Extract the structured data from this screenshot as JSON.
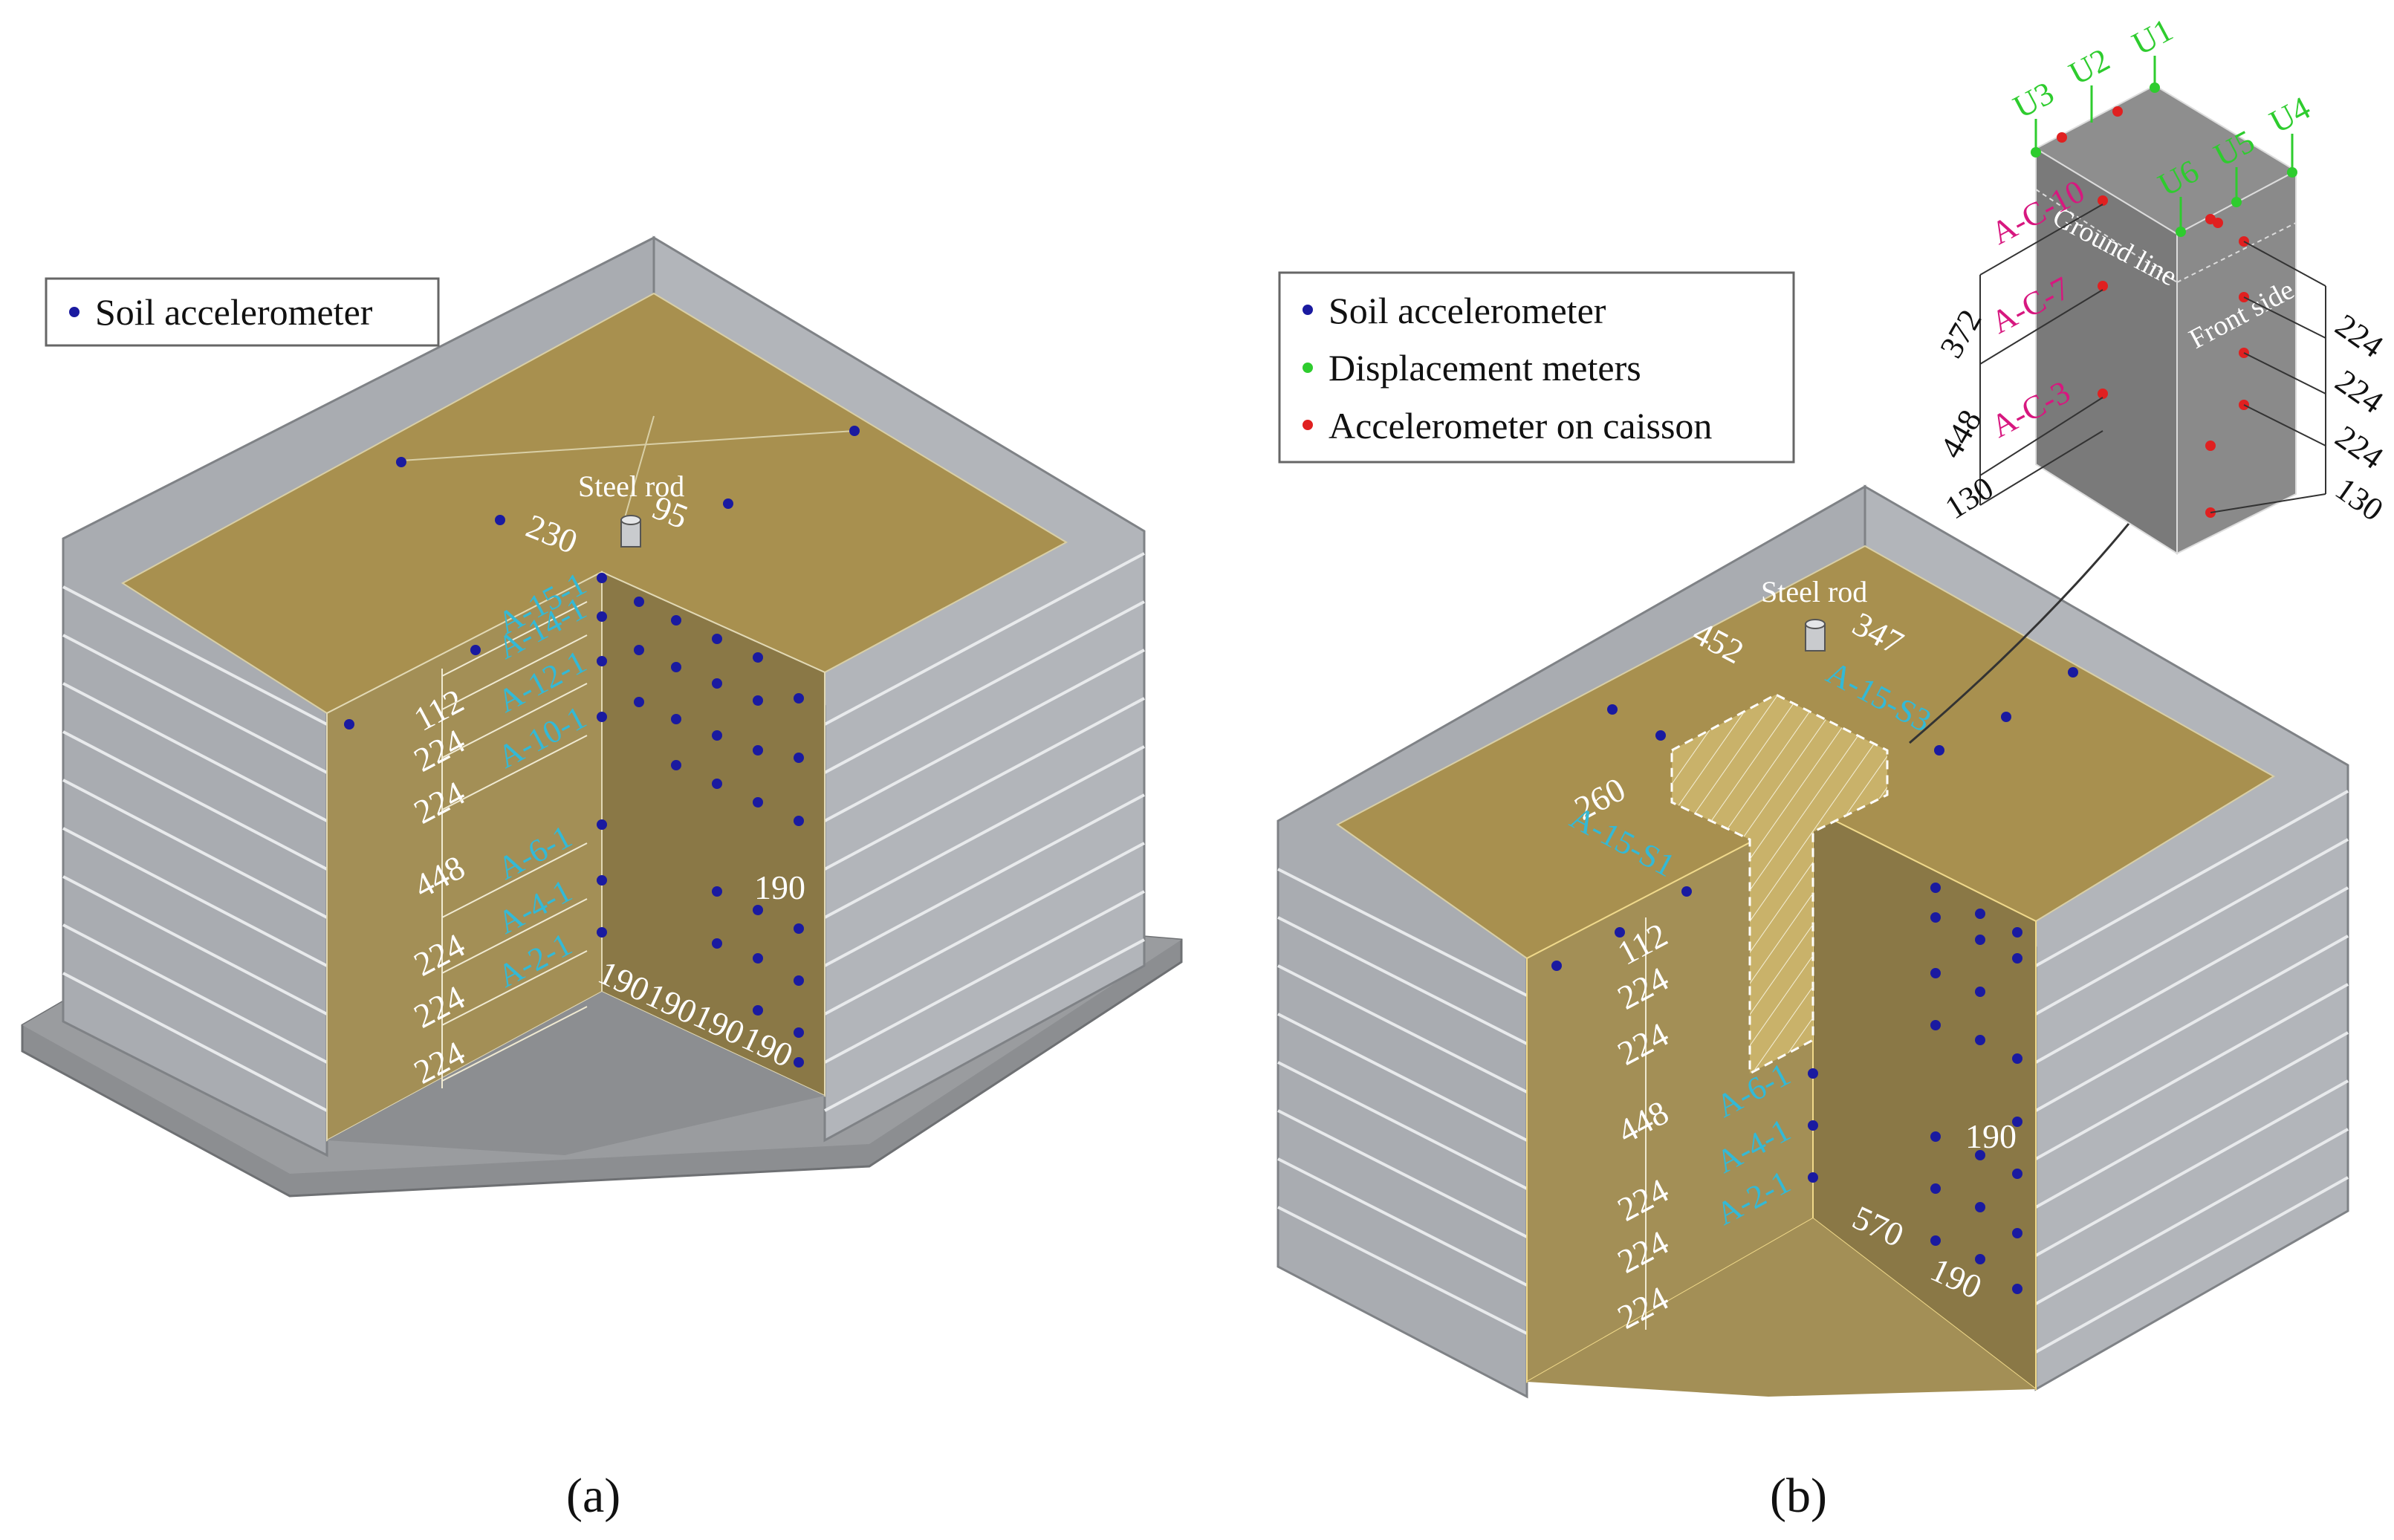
{
  "colors": {
    "soil_top": "#a8904f",
    "soil_face": "#9c8a52",
    "soil_face_dark": "#887645",
    "wall": "#a9acb1",
    "wall_dark": "#8e9196",
    "base": "#8c8e91",
    "caisson": "#808080",
    "soil_accel": "#1a1aa0",
    "disp_meter": "#2ecc2e",
    "caisson_accel": "#e02020",
    "cyan_label": "#33b9d6",
    "magenta_label": "#d7177f"
  },
  "panel_a": {
    "label": "(a)",
    "legend": {
      "soil": "Soil accelerometer"
    },
    "steel_rod": "Steel rod",
    "top_dims": {
      "left": "230",
      "right": "95"
    },
    "left_dims": [
      "112",
      "224",
      "224",
      "448",
      "224",
      "224",
      "224"
    ],
    "bottom_dims": [
      "190",
      "190",
      "190",
      "190"
    ],
    "side_dim": "190",
    "sensor_labels": [
      "A-15-1",
      "A-14-1",
      "A-12-1",
      "A-10-1",
      "A-6-1",
      "A-4-1",
      "A-2-1"
    ]
  },
  "panel_b": {
    "label": "(b)",
    "legend": {
      "soil": "Soil accelerometer",
      "disp": "Displacement meters",
      "caisson": "Accelerometer on caisson"
    },
    "steel_rod": "Steel rod",
    "top_dims": {
      "left": "452",
      "right": "347"
    },
    "caisson_dim": "260",
    "left_dims": [
      "112",
      "224",
      "224",
      "448",
      "224",
      "224",
      "224"
    ],
    "bottom_dims": {
      "long": "570",
      "short": "190"
    },
    "side_dim": "190",
    "sensor_labels": {
      "top": "A-15-S3",
      "left": "A-15-S1",
      "face": [
        "A-6-1",
        "A-4-1",
        "A-2-1"
      ]
    },
    "inset": {
      "disp_labels": [
        "U3",
        "U2",
        "U1",
        "U4",
        "U5",
        "U6"
      ],
      "caisson_labels": [
        "A-C-10",
        "A-C-7",
        "A-C-3"
      ],
      "ground_line": "Ground line",
      "front_side": "Front side",
      "left_dims": [
        "372",
        "448",
        "130"
      ],
      "right_dims": [
        "224",
        "224",
        "224",
        "130"
      ]
    }
  }
}
